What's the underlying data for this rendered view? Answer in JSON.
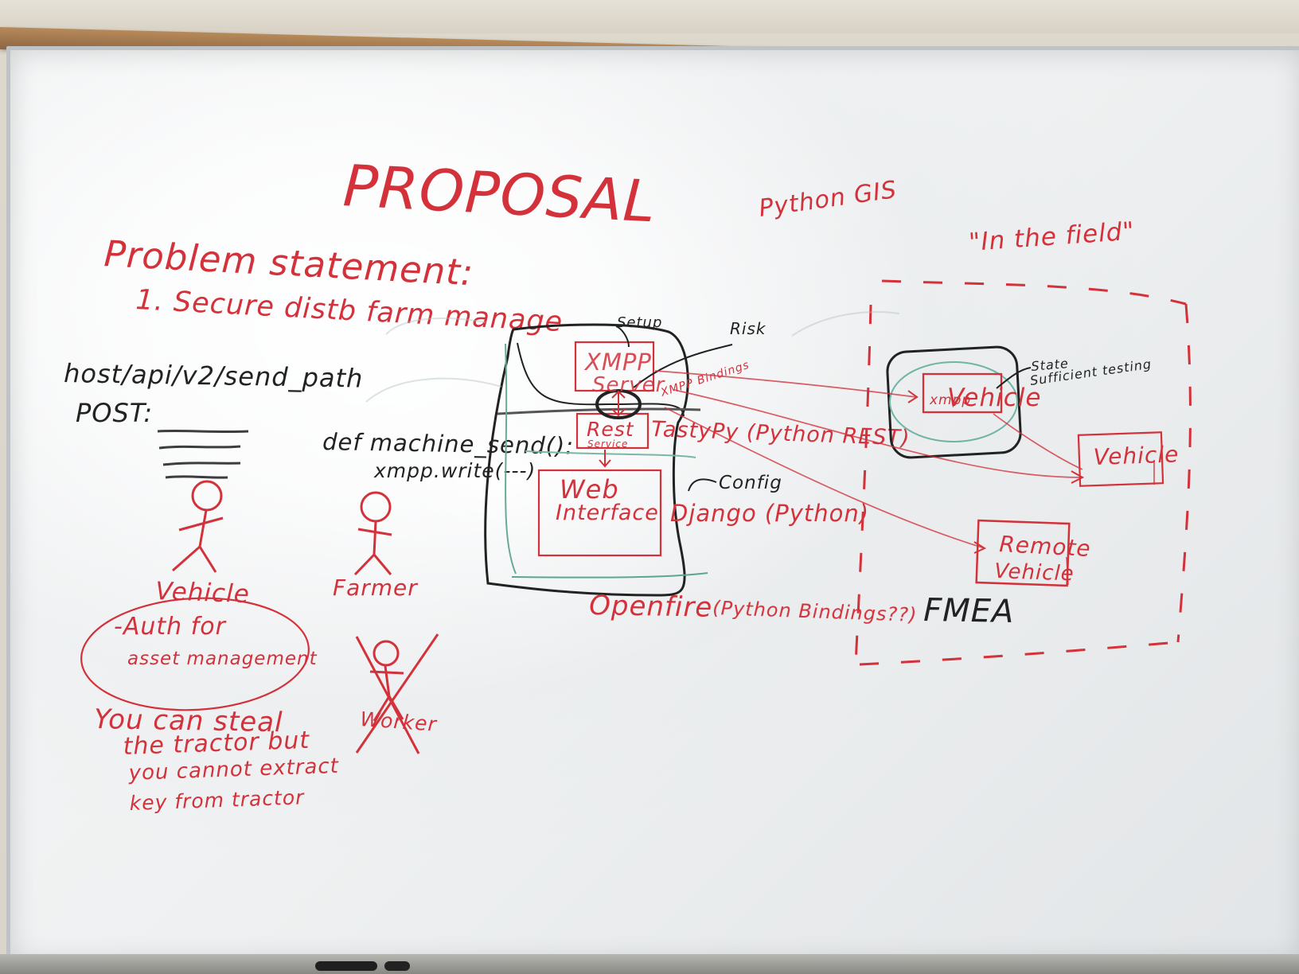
{
  "whiteboard": {
    "title": "PROPOSAL",
    "top_note": "Python GIS",
    "problem": {
      "heading": "Problem statement:",
      "item1": "1. Secure distb farm manage"
    },
    "api": {
      "endpoint": "host/api/v2/send_path",
      "method": "POST:"
    },
    "code": {
      "line1": "def machine_send():",
      "line2": "xmpp.write(---)"
    },
    "actors": {
      "vehicle": "Vehicle",
      "farmer": "Farmer",
      "worker": "Worker"
    },
    "notes": {
      "auth_line1": "-Auth for",
      "auth_line2": "asset management",
      "steal_line1": "You can steal",
      "steal_line2": "the tractor but",
      "steal_line3": "you cannot extract",
      "steal_line4": "key from tractor"
    },
    "architecture": {
      "setup": "Setup",
      "risk": "Risk",
      "xmpp_line1": "XMPP",
      "xmpp_line2": "Server",
      "xmpp_bindings": "XMPP Bindings",
      "rest_line1": "Rest",
      "rest_line2": "Service",
      "tastypie": "TastyPy (Python REST)",
      "web_line1": "Web",
      "web_line2": "Interface",
      "config": "Config",
      "django": "Django (Python)",
      "openfire": "Openfire",
      "openfire_note": "(Python Bindings??)"
    },
    "field": {
      "label": "\"In the field\"",
      "vehicle_main": "Vehicle",
      "vehicle_small": "xmpp",
      "state_line1": "State",
      "state_line2": "Sufficient testing",
      "vehicle2": "Vehicle",
      "remote_line1": "Remote",
      "remote_line2": "Vehicle",
      "fmea": "FMEA"
    }
  }
}
